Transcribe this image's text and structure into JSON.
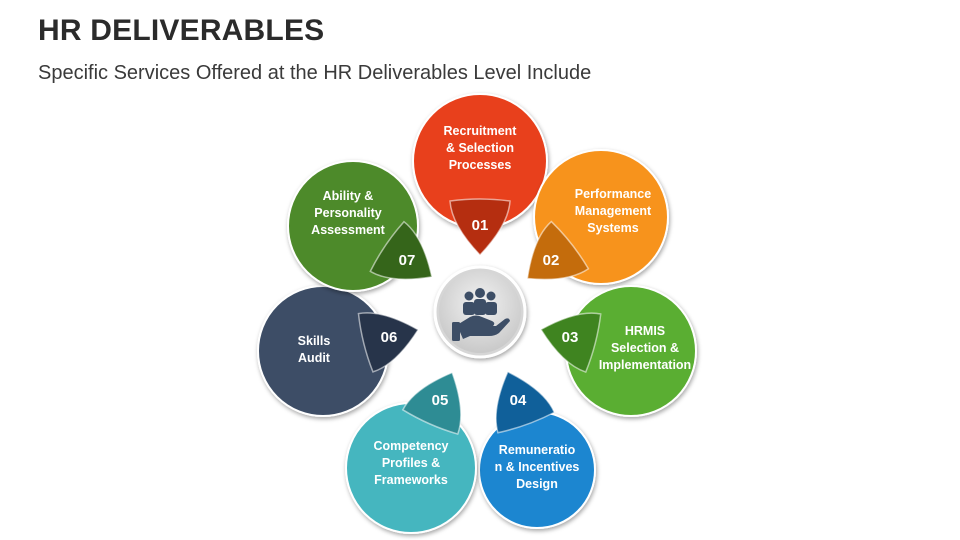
{
  "title": "HR DELIVERABLES",
  "subtitle": "Specific Services Offered at the HR Deliverables Level Include",
  "center_icon": "people-in-hand-icon",
  "items": [
    {
      "number": "01",
      "lines": [
        "Recruitment",
        "& Selection",
        "Processes"
      ],
      "color": "#e8411c",
      "dark": "#b52e10"
    },
    {
      "number": "02",
      "lines": [
        "Performance",
        "Management",
        "Systems"
      ],
      "color": "#f7931e",
      "dark": "#c46c0c"
    },
    {
      "number": "03",
      "lines": [
        "HRMIS",
        "Selection &",
        "Implementation"
      ],
      "color": "#5aae32",
      "dark": "#3f8420"
    },
    {
      "number": "04",
      "lines": [
        "Remuneratio",
        "n & Incentives",
        "Design"
      ],
      "color": "#1a86d0",
      "dark": "#10609a"
    },
    {
      "number": "05",
      "lines": [
        "Competency",
        "Profiles &",
        "Frameworks"
      ],
      "color": "#45b6bf",
      "dark": "#2e8c94"
    },
    {
      "number": "06",
      "lines": [
        "Skills",
        "Audit"
      ],
      "color": "#3d4e66",
      "dark": "#27344a"
    },
    {
      "number": "07",
      "lines": [
        "Ability &",
        "Personality",
        "Assessment"
      ],
      "color": "#4e8a2a",
      "dark": "#35651a"
    }
  ]
}
